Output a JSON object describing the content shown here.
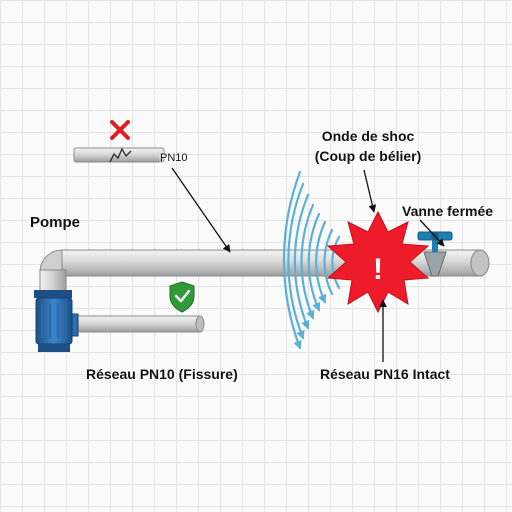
{
  "labels": {
    "pompe": "Pompe",
    "pn10": "PN10",
    "onde_line1": "Onde de shoc",
    "onde_line2": "(Coup de bélier)",
    "vanne": "Vanne fermée",
    "reseau_pn10": "Réseau PN10 (Fissure)",
    "reseau_pn16": "Réseau PN16 Intact",
    "burst_mark": "!"
  },
  "icons": {
    "fail": "red-x-icon",
    "ok": "green-shield-check-icon",
    "valve": "closed-valve-icon",
    "pump": "pump-icon"
  },
  "colors": {
    "pipe": "#d6d6d6",
    "pipe_edge": "#8a8a8a",
    "wave": "#5ab1d8",
    "burst": "#ee1c2b",
    "pump": "#2c6fb0",
    "valve": "#1e7fb5",
    "fail": "#e01e1e",
    "ok": "#2e9a3a"
  }
}
